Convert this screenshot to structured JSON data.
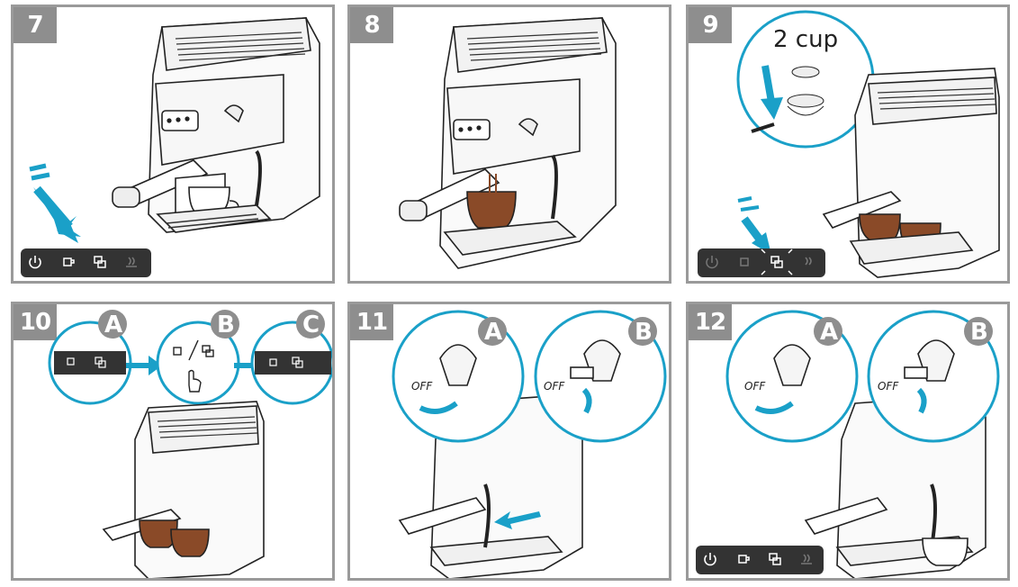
{
  "panels": [
    {
      "number": "7"
    },
    {
      "number": "8"
    },
    {
      "number": "9",
      "cup_label": "2 cup"
    },
    {
      "number": "10",
      "callouts": [
        "A",
        "B",
        "C"
      ]
    },
    {
      "number": "11",
      "callouts": [
        "A",
        "B"
      ],
      "knob_label": "OFF"
    },
    {
      "number": "12",
      "callouts": [
        "A",
        "B"
      ],
      "knob_label": "OFF"
    }
  ],
  "colors": {
    "accent": "#1aa0c8",
    "coffee": "#8a4a28",
    "panel_border": "#9a9a9a",
    "badge": "#8e8e8e",
    "control_bar": "#333333"
  },
  "icons": [
    "power-icon",
    "single-cup-icon",
    "double-cup-icon",
    "steam-icon",
    "hand-icon",
    "arrow-icon"
  ]
}
